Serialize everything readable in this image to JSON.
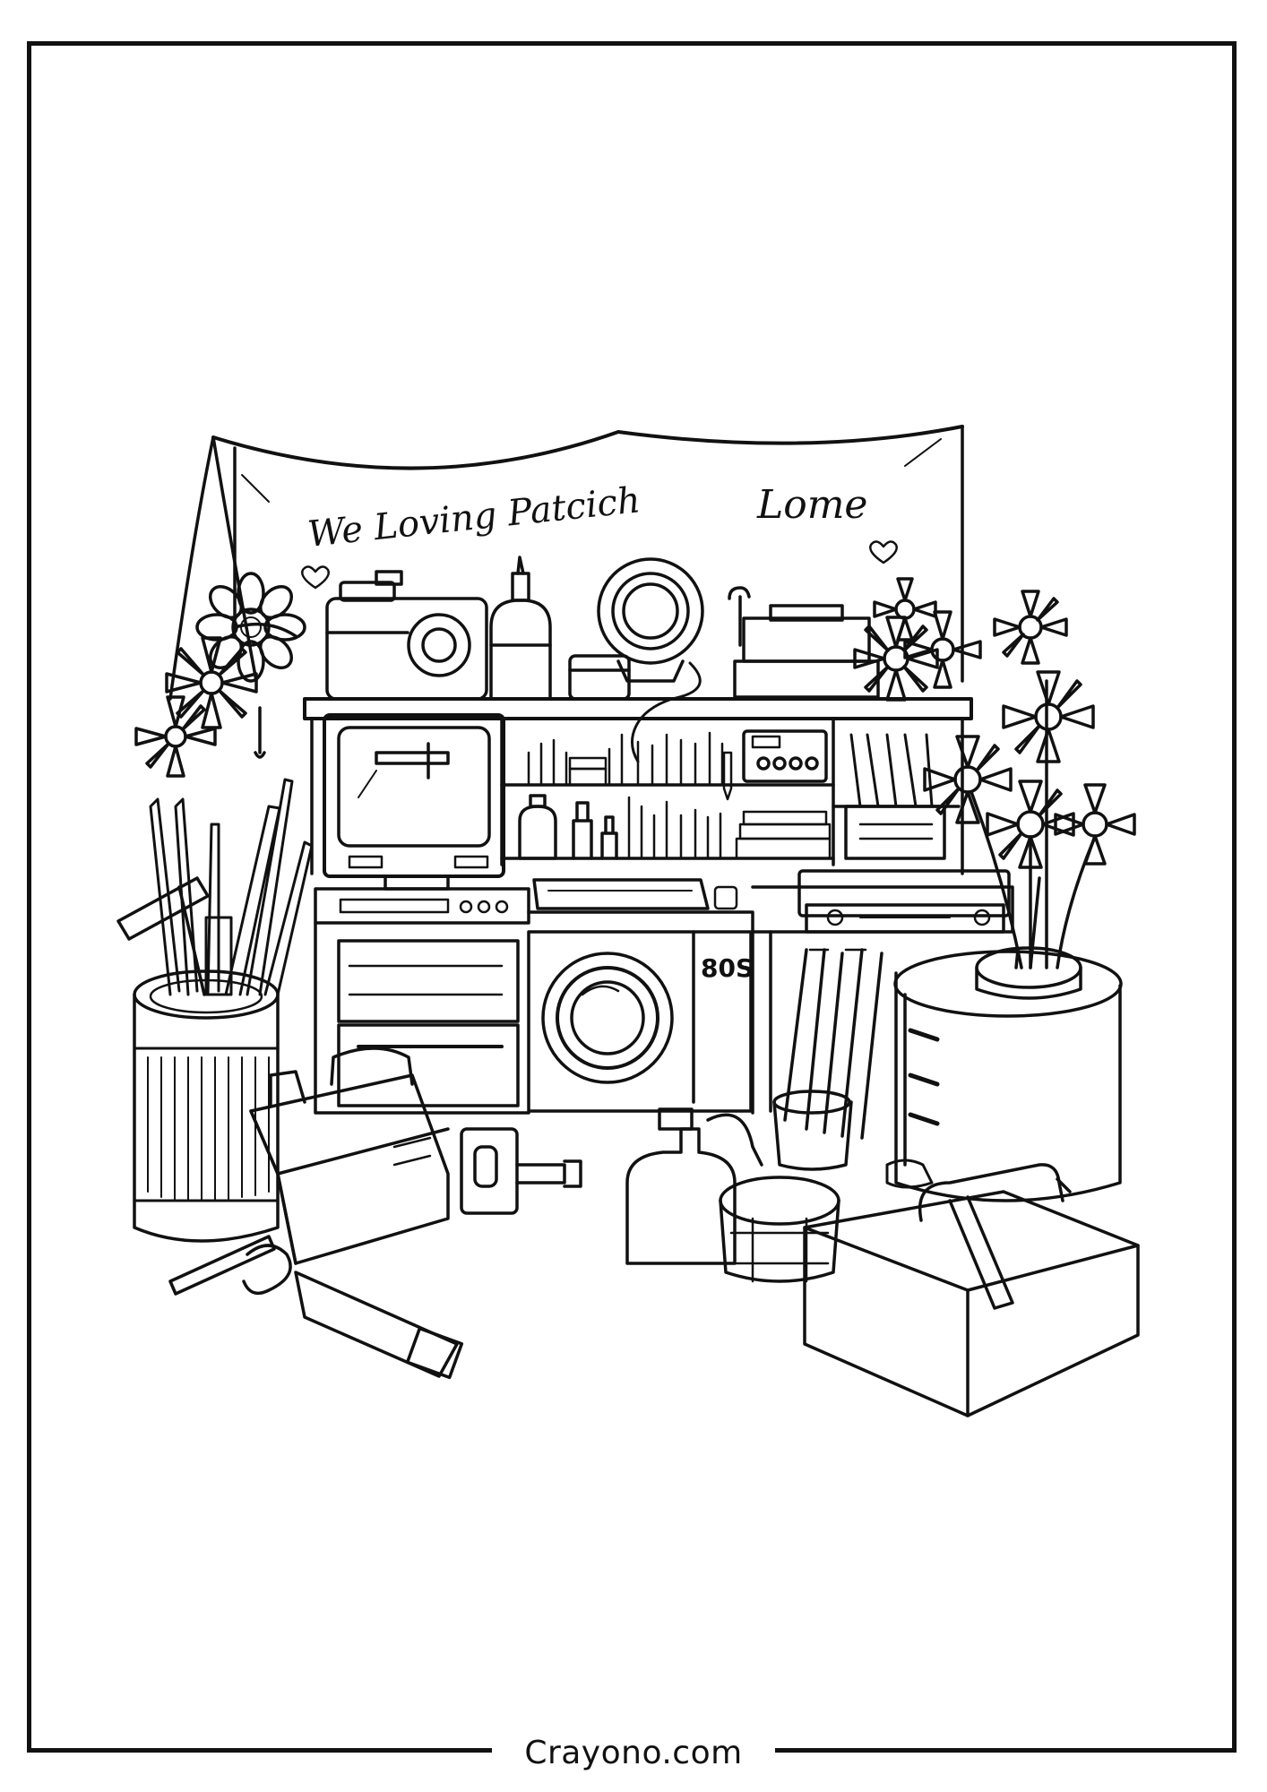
{
  "banner": {
    "left_text": "We Loving Patcich",
    "right_text": "Lome"
  },
  "appliance_label": "80S",
  "footer": {
    "site": "Crayono.com"
  },
  "colors": {
    "ink": "#111111",
    "paper": "#ffffff"
  }
}
